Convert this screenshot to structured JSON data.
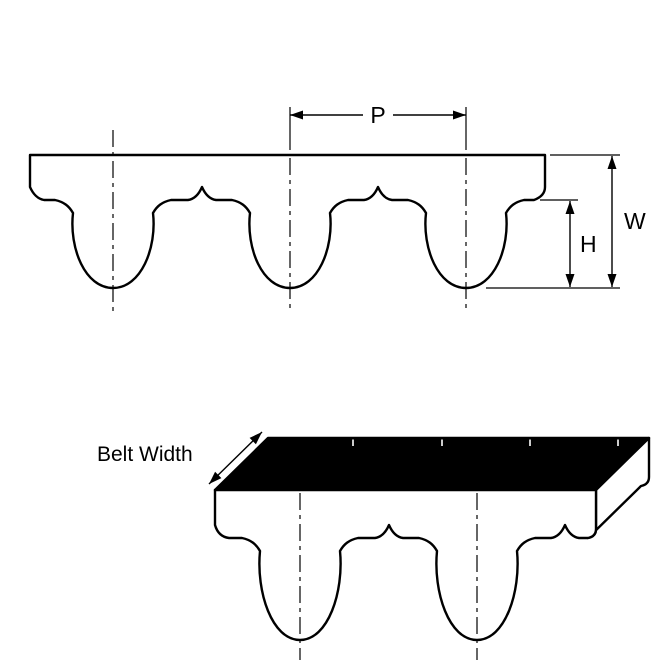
{
  "figure": {
    "type": "timing-belt-dimension-diagram",
    "colors": {
      "background": "#ffffff",
      "line": "#000000",
      "belt_fill": "#ffffff",
      "belt_top_face": "#000000"
    }
  },
  "cross_section": {
    "pitch_label": "P",
    "width_label": "W",
    "height_label": "H"
  },
  "iso_view": {
    "belt_width_label": "Belt Width"
  }
}
